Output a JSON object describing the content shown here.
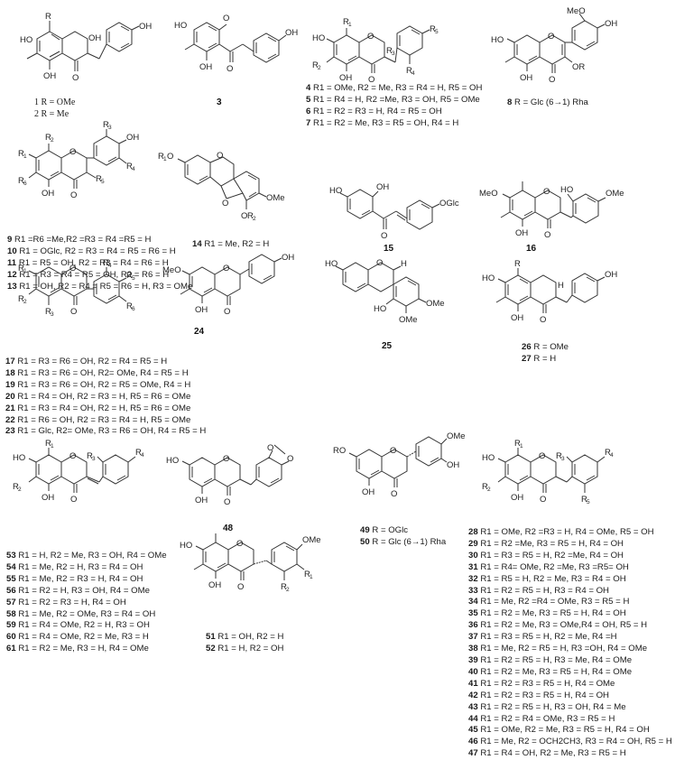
{
  "figure": {
    "compounds": {
      "c1": {
        "id": "1",
        "label": "1 R = OMe"
      },
      "c2": {
        "id": "2",
        "label": "2 R = Me"
      },
      "c3": {
        "id": "3"
      },
      "c4": {
        "id": "4",
        "rest": "R1 = OMe, R2 = Me, R3 = R4 = H, R5 = OH"
      },
      "c5": {
        "id": "5",
        "rest": "R1 = R4 = H, R2 =Me, R3 = OH, R5 = OMe"
      },
      "c6": {
        "id": "6",
        "rest": "R1 = R2 = R3 = H, R4 = R5 = OH"
      },
      "c7": {
        "id": "7",
        "rest": "R1 = R2 = Me, R3 = R5 = OH, R4 = H"
      },
      "c8": {
        "id": "8",
        "rest": "R = Glc (6→1) Rha"
      },
      "c9": {
        "id": "9",
        "rest": "R1 =R6 =Me,R2 =R3 = R4 =R5 = H"
      },
      "c10": {
        "id": "10",
        "rest": "R1 = OGlc, R2 = R3 = R4 = R5 = R6 = H"
      },
      "c11": {
        "id": "11",
        "rest": "R1 = R5 = OH, R2 = R3 = R4 = R6 = H"
      },
      "c12": {
        "id": "12",
        "rest": "R1 = R3 = R4 = R5 = OH, R2 = R6 = H"
      },
      "c13": {
        "id": "13",
        "rest": "R1 = OH, R2 = R4 = R5 = R6 = H, R3 = OMe"
      },
      "c14": {
        "id": "14",
        "rest": "R1 = Me, R2 = H"
      },
      "c15": {
        "id": "15"
      },
      "c16": {
        "id": "16"
      },
      "c17": {
        "id": "17",
        "rest": "R1 = R3 = R6 = OH, R2 = R4 = R5 = H"
      },
      "c18": {
        "id": "18",
        "rest": "R1 = R3 = R6 = OH, R2= OMe, R4 = R5 = H"
      },
      "c19": {
        "id": "19",
        "rest": "R1 = R3 = R6 = OH, R2 = R5 = OMe, R4 = H"
      },
      "c20": {
        "id": "20",
        "rest": "R1 = R4 = OH, R2 = R3 = H, R5 = R6 = OMe"
      },
      "c21": {
        "id": "21",
        "rest": "R1 = R3 = R4 = OH, R2 = H, R5 = R6 = OMe"
      },
      "c22": {
        "id": "22",
        "rest": "R1 = R6 = OH,  R2 = R3 = R4 = H,  R5 = OMe"
      },
      "c23": {
        "id": "23",
        "rest": "R1 = Glc, R2= OMe, R3 = R6 = OH, R4 = R5 = H"
      },
      "c24": {
        "id": "24"
      },
      "c25": {
        "id": "25"
      },
      "c26": {
        "id": "26",
        "rest": "R = OMe"
      },
      "c27": {
        "id": "27",
        "rest": "R = H"
      },
      "c28": {
        "id": "28",
        "rest": "R1 = OMe, R2 =R3 = H, R4 = OMe, R5 = OH"
      },
      "c29": {
        "id": "29",
        "rest": "R1 = R2 =Me, R3 = R5 = H, R4 = OH"
      },
      "c30": {
        "id": "30",
        "rest": "R1 = R3 = R5 = H, R2 =Me, R4 = OH"
      },
      "c31": {
        "id": "31",
        "rest": "R1 = R4= OMe, R2 =Me, R3 =R5= OH"
      },
      "c32": {
        "id": "32",
        "rest": "R1 = R5 = H, R2 = Me, R3 = R4 = OH"
      },
      "c33": {
        "id": "33",
        "rest": "R1 = R2 = R5 = H, R3 = R4 = OH"
      },
      "c34": {
        "id": "34",
        "rest": "R1 = Me, R2 =R4 = OMe, R3 = R5 = H"
      },
      "c35": {
        "id": "35",
        "rest": "R1 = R2 = Me, R3 = R5 = H, R4 = OH"
      },
      "c36": {
        "id": "36",
        "rest": "R1 = R2 = Me, R3 = OMe,R4 = OH, R5 = H"
      },
      "c37": {
        "id": "37",
        "rest": "R1 = R3 = R5 = H, R2 = Me, R4 =H"
      },
      "c38": {
        "id": "38",
        "rest": "R1 = Me, R2 = R5 = H,  R3 =OH, R4 = OMe"
      },
      "c39": {
        "id": "39",
        "rest": "R1 = R2 = R5 = H, R3 = Me, R4 = OMe"
      },
      "c40": {
        "id": "40",
        "rest": "R1 = R2 = Me, R3 = R5 = H, R4 = OMe"
      },
      "c41": {
        "id": "41",
        "rest": "R1 = R2 = R3 = R5 = H, R4 = OMe"
      },
      "c42": {
        "id": "42",
        "rest": "R1 = R2 = R3 = R5 = H, R4 = OH"
      },
      "c43": {
        "id": "43",
        "rest": "R1 = R2 = R5 = H,  R3 = OH, R4 = Me"
      },
      "c44": {
        "id": "44",
        "rest": "R1 = R2 = R4 = OMe, R3 = R5 = H"
      },
      "c45": {
        "id": "45",
        "rest": "R1 = OMe, R2 = Me, R3 = R5 = H, R4 = OH"
      },
      "c46": {
        "id": "46",
        "rest": "R1 = Me, R2 = OCH2CH3, R3 = R4 = OH, R5 = H"
      },
      "c47": {
        "id": "47",
        "rest": "R1 = R4 = OH, R2 = Me, R3 = R5 = H"
      },
      "c48": {
        "id": "48"
      },
      "c49": {
        "id": "49",
        "rest": "R = OGlc"
      },
      "c50": {
        "id": "50",
        "rest": "R = Glc (6→1) Rha"
      },
      "c51": {
        "id": "51",
        "rest": "R1 = OH, R2 = H"
      },
      "c52": {
        "id": "52",
        "rest": "R1 = H, R2 = OH"
      },
      "c53": {
        "id": "53",
        "rest": "R1 = H, R2 = Me, R3 = OH, R4 = OMe"
      },
      "c54": {
        "id": "54",
        "rest": "R1 = Me, R2 = H, R3 = R4 = OH"
      },
      "c55": {
        "id": "55",
        "rest": "R1 = Me, R2 = R3 = H, R4 = OH"
      },
      "c56": {
        "id": "56",
        "rest": "R1 = R2 = H, R3 = OH, R4 = OMe"
      },
      "c57": {
        "id": "57",
        "rest": "R1 = R2 = R3 = H, R4 = OH"
      },
      "c58": {
        "id": "58",
        "rest": "R1 = Me, R2 = OMe, R3 = R4 = OH"
      },
      "c59": {
        "id": "59",
        "rest": "R1 = R4 = OMe, R2 = H, R3 = OH"
      },
      "c60": {
        "id": "60",
        "rest": "R1 = R4 = OMe, R2 = Me, R3 = H"
      },
      "c61": {
        "id": "61",
        "rest": "R1 = R2 = Me, R3 = H, R4 = OMe"
      }
    },
    "atoms": {
      "HO": "HO",
      "OH": "OH",
      "O": "O",
      "OMe": "OMe",
      "MeO": "MeO",
      "R": "R",
      "RO": "RO",
      "OR": "OR",
      "OGlc": "OGlc",
      "H": "H",
      "R1": "R",
      "R2": "R",
      "R3": "R",
      "R4": "R",
      "R5": "R",
      "R6": "R",
      "s1": "1",
      "s2": "2",
      "s3": "3",
      "s4": "4",
      "s5": "5",
      "s6": "6"
    }
  }
}
